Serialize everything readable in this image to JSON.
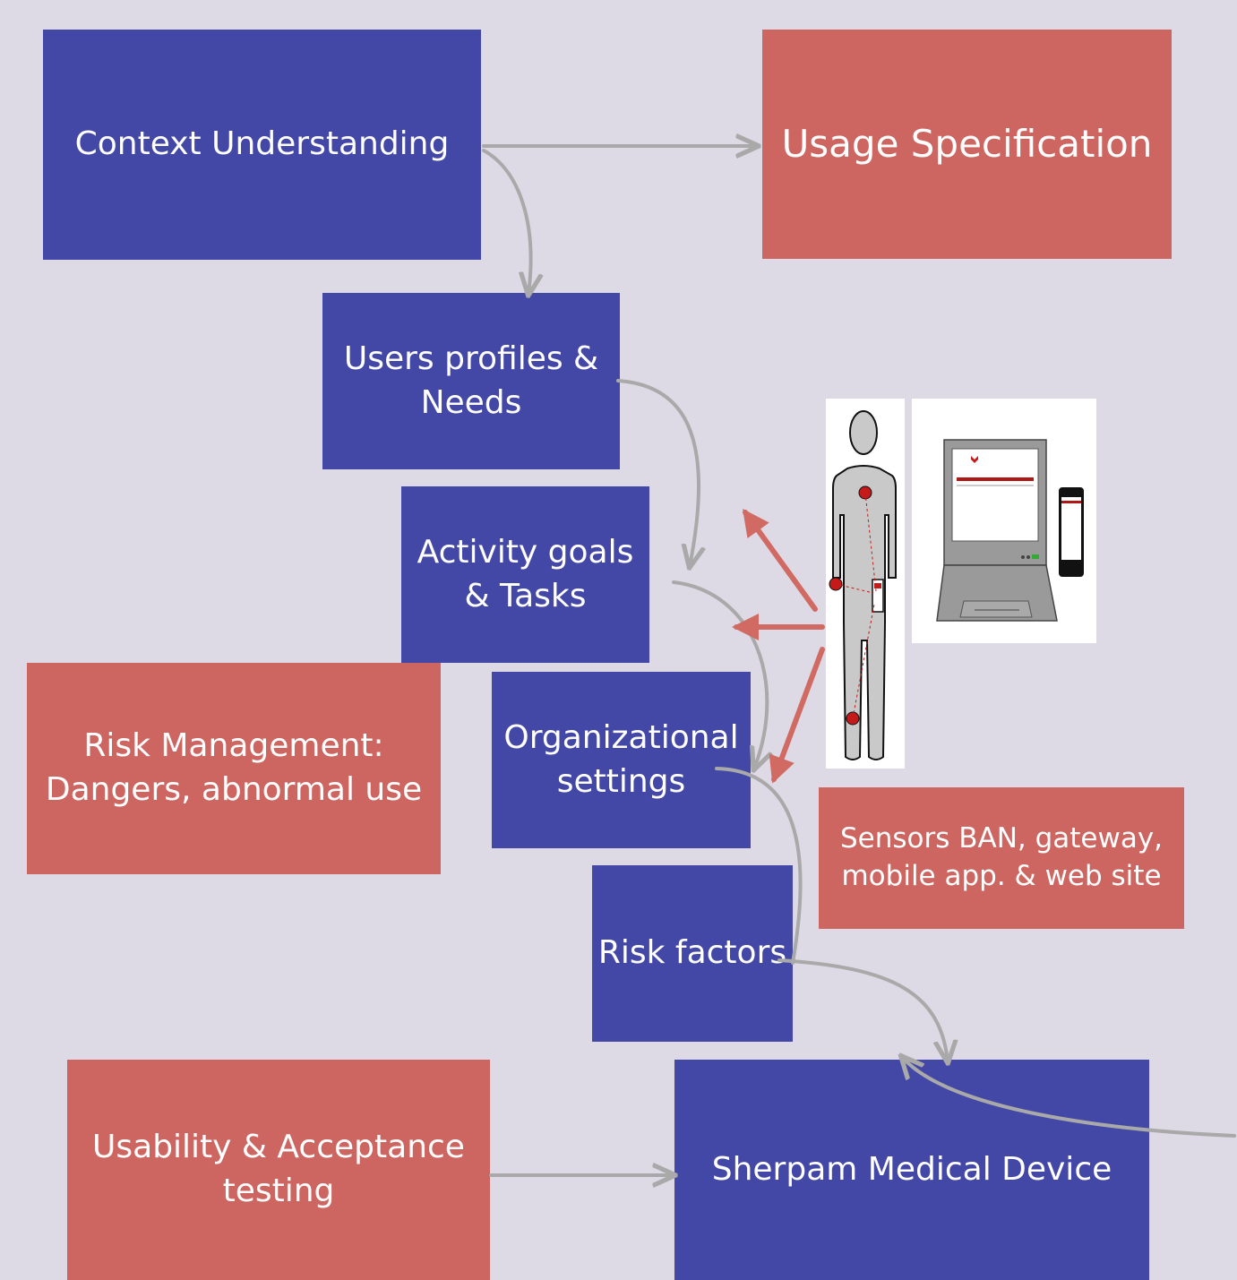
{
  "boxes": {
    "context": "Context Understanding",
    "usage": "Usage Specification",
    "users": "Users profiles &\nNeeds",
    "activity": "Activity goals\n& Tasks",
    "risk_mgmt": "Risk Management:\nDangers, abnormal use",
    "org": "Organizational\nsettings",
    "sensors": "Sensors BAN, gateway,\nmobile app. & web site",
    "risk_factors": "Risk factors",
    "usability": "Usability & Acceptance\ntesting",
    "sherpam": "Sherpam Medical Device"
  },
  "colors": {
    "background": "#dedae5",
    "blue": "#4347a6",
    "red": "#cd6560",
    "arrow_gray": "#a9a9a9",
    "arrow_red": "#d06a62"
  },
  "icons": {
    "human_body": "human-body-sensors-icon",
    "laptop": "laptop-icon",
    "phone": "smartphone-icon"
  }
}
